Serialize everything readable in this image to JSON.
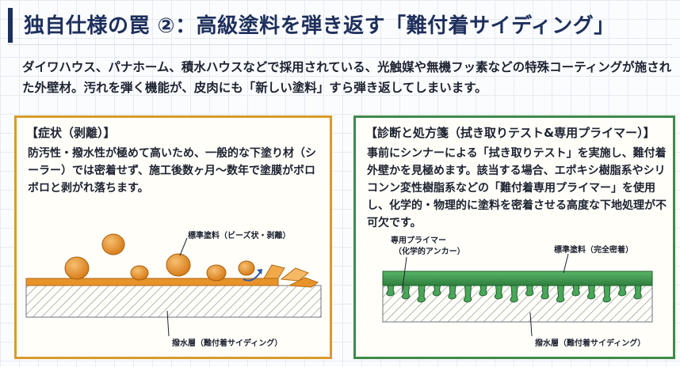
{
  "title": "独自仕様の罠 ②：高級塗料を弾き返す「難付着サイディング」",
  "lead": "ダイワハウス、パナホーム、積水ハウスなどで採用されている、光触媒や無機フッ素などの特殊コーティングが施された外壁材。汚れを弾く機能が、皮肉にも「新しい塗料」すら弾き返してしまいます。",
  "symptom": {
    "heading": "【症状（剥離）】",
    "body": "防汚性・撥水性が極めて高いため、一般的な下塗り材（シーラー）では密着せず、施工後数ヶ月〜数年で塗膜がボロボロと剥がれ落ちます。",
    "label_paint": "標準塗料（ビーズ状・剥離）",
    "label_substrate": "撥水層（難付着サイディング）"
  },
  "diagnosis": {
    "heading": "【診断と処方箋（拭き取りテスト&専用プライマー）】",
    "body": "事前にシンナーによる「拭き取りテスト」を実施し、難付着外壁かを見極めます。該当する場合、エポキシ樹脂系やシリコンン変性樹脂系などの「難付着専用プライマー」を使用し、化学的・物理的に塗料を密着させる高度な下地処理が不可欠です。",
    "label_primer_1": "専用プライマー",
    "label_primer_2": "（化学的アンカー）",
    "label_paint": "標準塗料（完全密着）",
    "label_substrate": "撥水層（難付着サイディング）"
  },
  "colors": {
    "navy": "#1d2f5c",
    "orange_border": "#d99a2b",
    "green_border": "#3e8a4a",
    "paint_orange": "#e8932a",
    "primer_green": "#3f9c4f"
  }
}
